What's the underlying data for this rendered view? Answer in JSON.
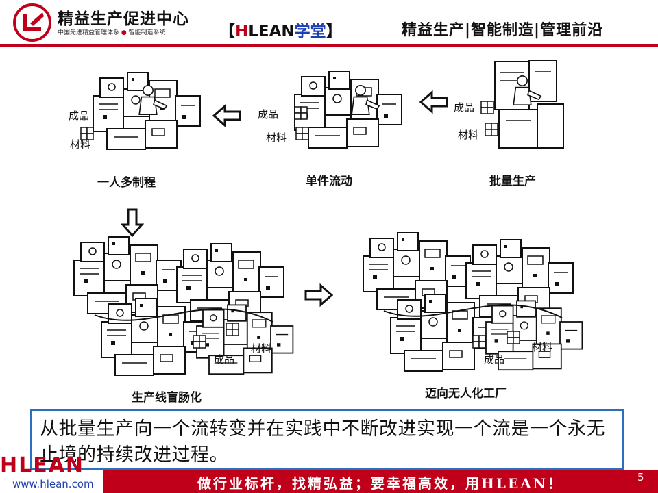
{
  "header": {
    "org_name": "精益生产促进中心",
    "org_tagline_left": "中国先进精益管理体系",
    "org_tagline_right": "智能制造系统",
    "brand_open": "【",
    "brand_h": "H",
    "brand_lean": "LEAN",
    "brand_school": "学堂",
    "brand_close": "】",
    "slogan": "精益生产|智能制造|管理前沿"
  },
  "panels": {
    "batch": {
      "caption": "批量生产",
      "label_product": "成品",
      "label_material": "材料"
    },
    "single_piece": {
      "caption": "单件流动",
      "label_product": "成品",
      "label_material": "材料"
    },
    "multi_process": {
      "caption": "一人多制程",
      "label_product": "成品",
      "label_material": "材料"
    },
    "blind_line": {
      "caption": "生产线盲肠化",
      "label_product": "成品",
      "label_material": "材料"
    },
    "unmanned": {
      "caption": "迈向无人化工厂",
      "label_product": "成品",
      "label_material": "材料"
    }
  },
  "summary": {
    "text": "从批量生产向一个流转变并在实践中不断改进实现一个流是一个永无止境的持续改进过程。"
  },
  "footer": {
    "slogan": "做行业标杆，找精弘益；要幸福高效，用HLEAN！",
    "page_number": "5",
    "logo_text": "HLEAN",
    "url": "www.hlean.com"
  },
  "colors": {
    "brand_red": "#c0001a",
    "accent_blue": "#2d6fbf",
    "link_blue": "#1f3fb0"
  }
}
